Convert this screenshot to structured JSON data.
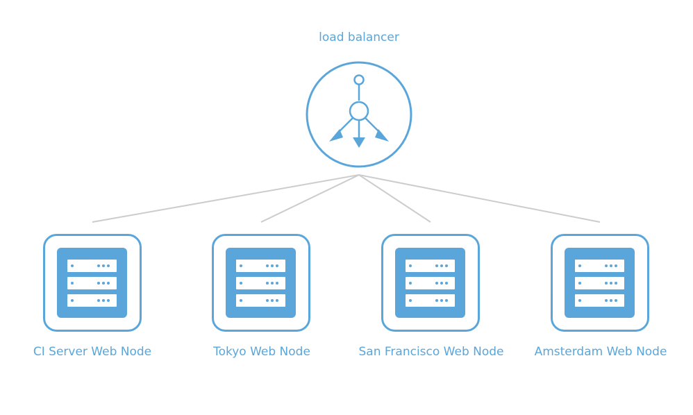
{
  "theme": {
    "accent": "#5aa6da",
    "line": "#cccccc",
    "background": "#ffffff"
  },
  "load_balancer": {
    "label": "load balancer",
    "icon": "load-balancer-icon"
  },
  "nodes": [
    {
      "label": "CI Server Web Node",
      "icon": "server-rack-icon"
    },
    {
      "label": "Tokyo Web Node",
      "icon": "server-rack-icon"
    },
    {
      "label": "San Francisco Web Node",
      "icon": "server-rack-icon"
    },
    {
      "label": "Amsterdam Web Node",
      "icon": "server-rack-icon"
    }
  ]
}
